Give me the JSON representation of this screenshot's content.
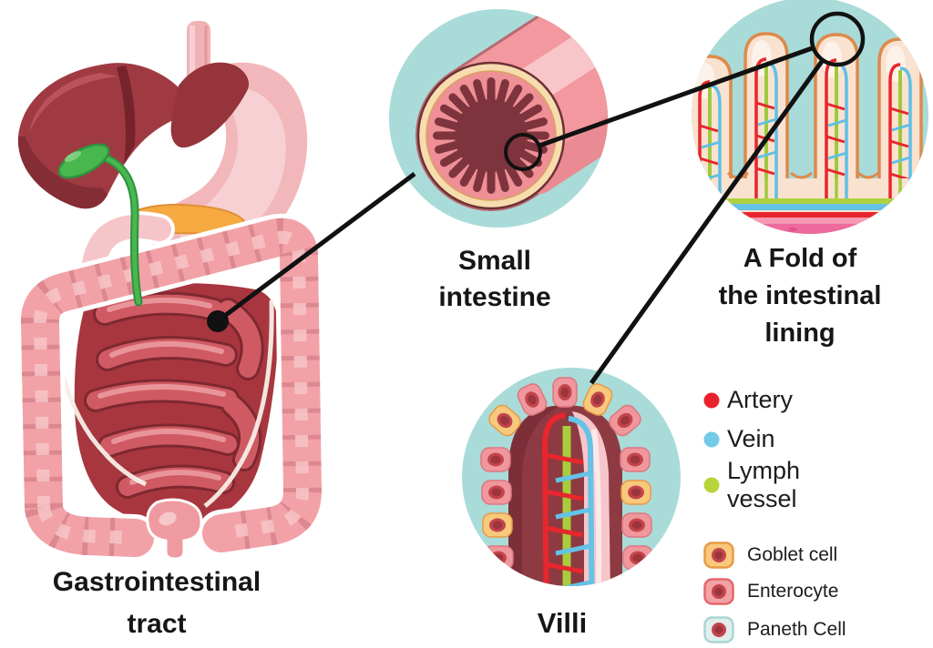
{
  "labels": {
    "gastrointestinal": {
      "lines": [
        "Gastrointestinal",
        "tract"
      ]
    },
    "small_intestine": {
      "lines": [
        "Small",
        "intestine"
      ]
    },
    "fold": {
      "lines": [
        "A Fold of",
        "the intestinal",
        "lining"
      ]
    },
    "villi": {
      "lines": [
        "Villi"
      ]
    }
  },
  "legend": {
    "vessels": [
      {
        "label": "Artery",
        "color": "#e8232d"
      },
      {
        "label": "Vein",
        "color": "#72cbe8"
      },
      {
        "label": "Lymph vessel",
        "color": "#b8d438"
      }
    ],
    "cells": [
      {
        "label": "Goblet cell",
        "fill": "#f8c97c",
        "border": "#e89a44"
      },
      {
        "label": "Enterocyte",
        "fill": "#f2a2a7",
        "border": "#e4666c"
      },
      {
        "label": "Paneth Cell",
        "fill": "#e0efed",
        "border": "#a9d6d1"
      }
    ]
  },
  "figure_colors": {
    "background_circle": "#a9dbd9",
    "artery": "#e8262d",
    "vein": "#64c3e6",
    "lymph": "#9fc93d",
    "mucosa_dark": "#7e343c",
    "villus_cream": "#f9e2cf"
  }
}
